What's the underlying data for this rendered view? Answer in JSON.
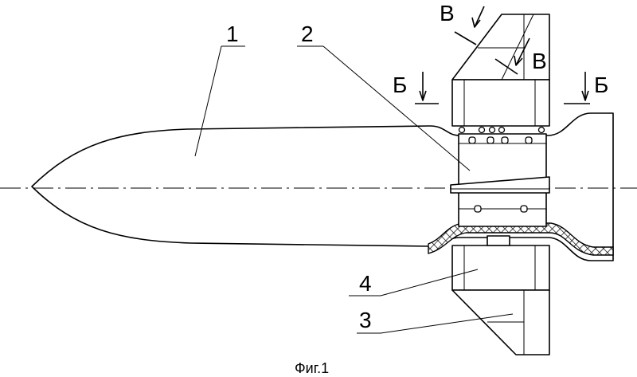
{
  "labels": {
    "part_1": "1",
    "part_2": "2",
    "part_3": "3",
    "part_4": "4",
    "section_b": "Б",
    "section_v": "В"
  },
  "caption": "Фиг.1"
}
